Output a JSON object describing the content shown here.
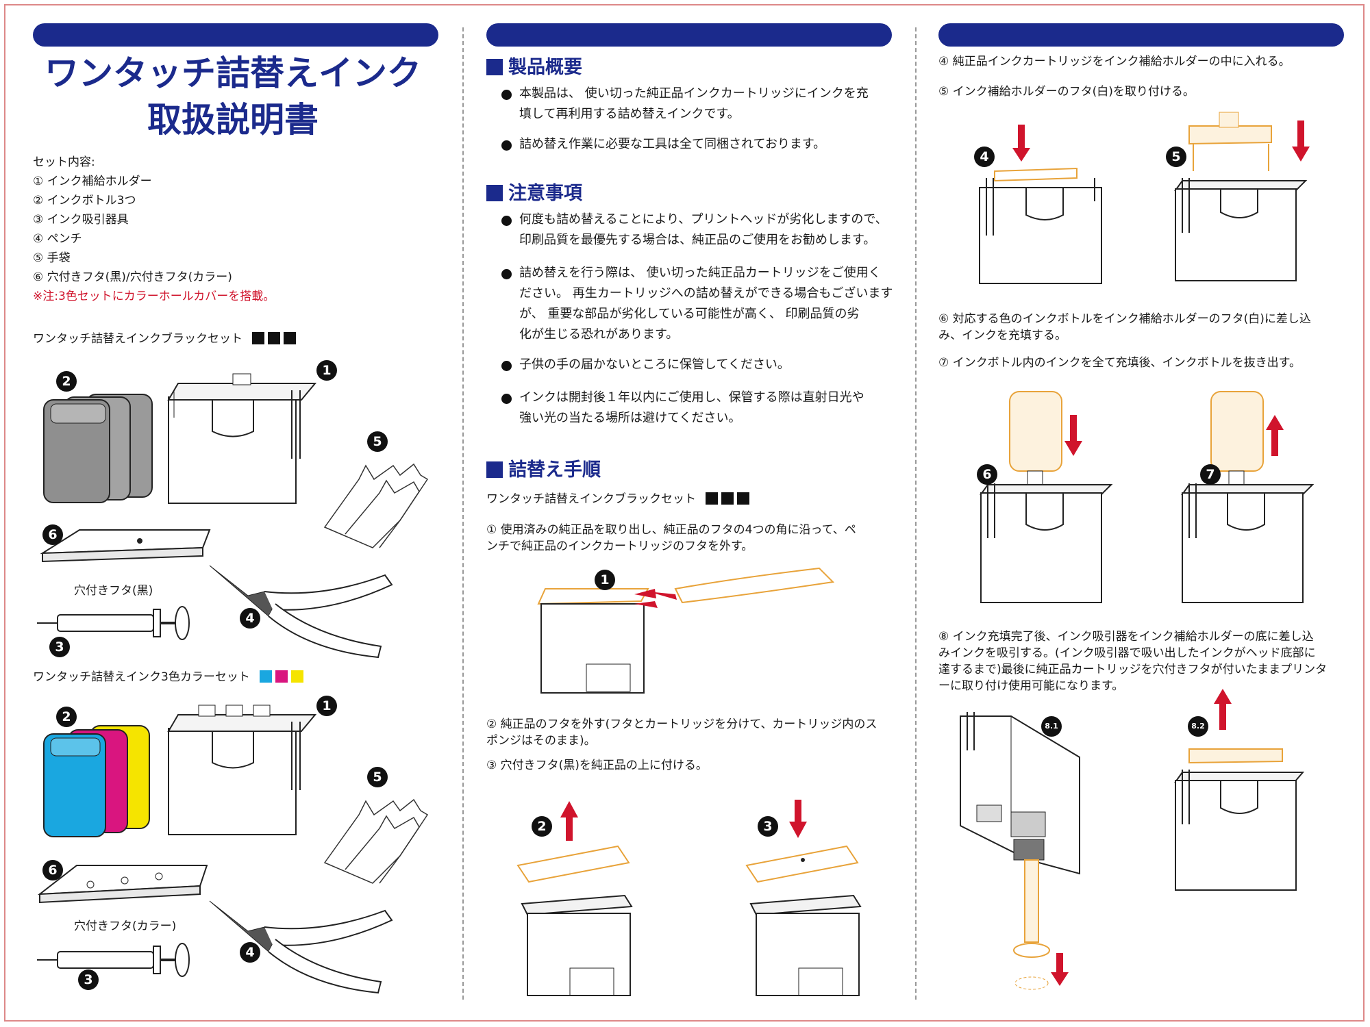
{
  "title": {
    "line1": "ワンタッチ詰替えインク",
    "line2": "取扱説明書"
  },
  "set_contents": {
    "heading": "セット内容:",
    "items": [
      "① インク補給ホルダー",
      "② インクボトル3つ",
      "③ インク吸引器具",
      "④ ペンチ",
      "⑤ 手袋",
      "⑥ 穴付きフタ(黒)/穴付きフタ(カラー)"
    ],
    "note": "※注:3色セットにカラーホールカバーを搭載。"
  },
  "black_set": {
    "label": "ワンタッチ詰替えインクブラックセット",
    "lid_caption": "穴付きフタ(黒)"
  },
  "color_set": {
    "label": "ワンタッチ詰替えインク3色カラーセット",
    "lid_caption": "穴付きフタ(カラー)"
  },
  "numbers": {
    "n1": "1",
    "n2": "2",
    "n3": "3",
    "n4": "4",
    "n5": "5",
    "n6": "6",
    "n7": "7",
    "n81": "8.1",
    "n82": "8.2"
  },
  "colors": {
    "navy": "#1b2a8c",
    "red": "#d0142c",
    "cyan": "#1aa7e0",
    "magenta": "#d9157f",
    "yellow": "#f5e400",
    "orange": "#e8a33a"
  },
  "overview": {
    "heading": "製品概要",
    "bullets": [
      [
        "本製品は、 使い切った純正品インクカートリッジにインクを充",
        "填して再利用する詰め替えインクです。"
      ],
      [
        "詰め替え作業に必要な工具は全て同梱されております。"
      ]
    ]
  },
  "cautions": {
    "heading": "注意事項",
    "bullets": [
      [
        "何度も詰め替えることにより、プリントヘッドが劣化しますので、",
        "印刷品質を最優先する場合は、純正品のご使用をお勧めします。"
      ],
      [
        "詰め替えを行う際は、 使い切った純正品カートリッジをご使用く",
        "ださい。 再生カートリッジへの詰め替えができる場合もございます",
        "が、 重要な部品が劣化している可能性が高く、 印刷品質の劣",
        "化が生じる恐れがあります。"
      ],
      [
        "子供の手の届かないところに保管してください。"
      ],
      [
        "インクは開封後１年以内にご使用し、保管する際は直射日光や",
        "強い光の当たる場所は避けてください。"
      ]
    ]
  },
  "procedure": {
    "heading": "詰替え手順",
    "set_label": "ワンタッチ詰替えインクブラックセット",
    "step1": [
      "① 使用済みの純正品を取り出し、純正品のフタの4つの角に沿って、ペ",
      "ンチで純正品のインクカートリッジのフタを外す。"
    ],
    "step2": [
      "② 純正品のフタを外す(フタとカートリッジを分けて、カートリッジ内のス",
      "ポンジはそのまま)。"
    ],
    "step3": [
      "③ 穴付きフタ(黒)を純正品の上に付ける。"
    ],
    "step4": [
      "④ 純正品インクカートリッジをインク補給ホルダーの中に入れる。"
    ],
    "step5": [
      "⑤ インク補給ホルダーのフタ(白)を取り付ける。"
    ],
    "step6": [
      "⑥ 対応する色のインクボトルをインク補給ホルダーのフタ(白)に差し込",
      "み、インクを充填する。"
    ],
    "step7": [
      "⑦ インクボトル内のインクを全て充填後、インクボトルを抜き出す。"
    ],
    "step8": [
      "⑧ インク充填完了後、インク吸引器をインク補給ホルダーの底に差し込",
      "みインクを吸引する。(インク吸引器で吸い出したインクがヘッド底部に",
      "達するまで)最後に純正品カートリッジを穴付きフタが付いたままプリンタ",
      "ーに取り付け使用可能になります。"
    ]
  }
}
